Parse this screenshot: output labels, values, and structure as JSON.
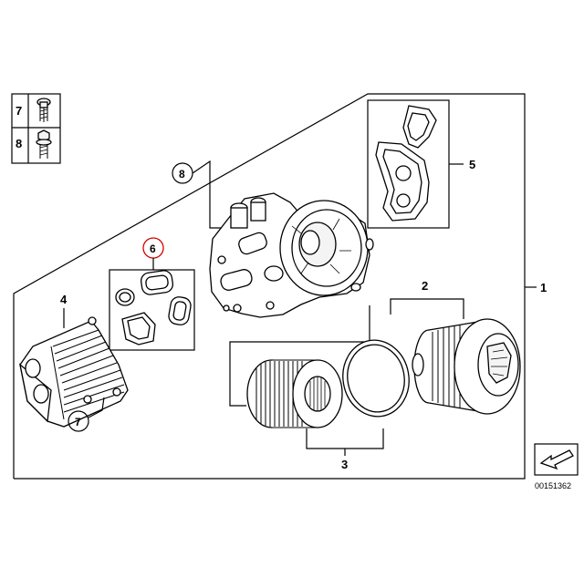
{
  "diagram": {
    "image_number": "00151362",
    "legend": [
      {
        "number": "7"
      },
      {
        "number": "8"
      }
    ],
    "callouts": [
      {
        "id": "1",
        "label": "1"
      },
      {
        "id": "2",
        "label": "2"
      },
      {
        "id": "3",
        "label": "3"
      },
      {
        "id": "4",
        "label": "4"
      },
      {
        "id": "5",
        "label": "5"
      },
      {
        "id": "6",
        "label": "6",
        "highlighted": true
      },
      {
        "id": "7",
        "label": "7"
      },
      {
        "id": "8",
        "label": "8"
      }
    ]
  },
  "colors": {
    "line": "#000000",
    "background": "#ffffff",
    "highlight": "#d40000"
  },
  "icons": [
    "bolt-icon",
    "bolt-with-washer-icon",
    "arrow-direction-icon"
  ]
}
